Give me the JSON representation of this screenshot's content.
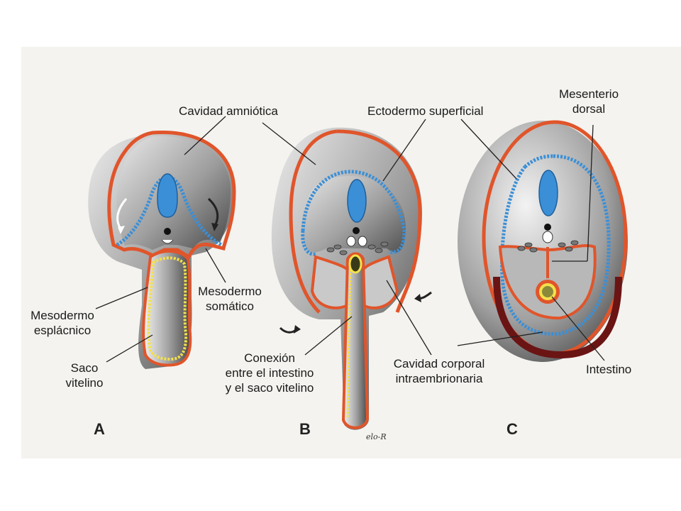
{
  "labels": {
    "cavidad_amniotica": "Cavidad amniótica",
    "ectodermo_superficial": "Ectodermo superficial",
    "mesenterio_dorsal": [
      "Mesenterio",
      "dorsal"
    ],
    "mesodermo_somatico": [
      "Mesodermo",
      "somático"
    ],
    "mesodermo_esplacnico": [
      "Mesodermo",
      "esplácnico"
    ],
    "saco_vitelino": [
      "Saco",
      "vitelino"
    ],
    "conexion": [
      "Conexión",
      "entre el intestino",
      "y el saco vitelino"
    ],
    "cavidad_corporal": [
      "Cavidad corporal",
      "intraembrionaria"
    ],
    "intestino": "Intestino"
  },
  "panels": [
    "A",
    "B",
    "C"
  ],
  "signature": "elo-R",
  "colors": {
    "ectoderm_orange": "#e0552b",
    "neural_blue": "#3b8fd6",
    "endoderm_yellow": "#f4e04a",
    "dark_mesoderm": "#6b1414",
    "background": "#f4f3ef"
  }
}
